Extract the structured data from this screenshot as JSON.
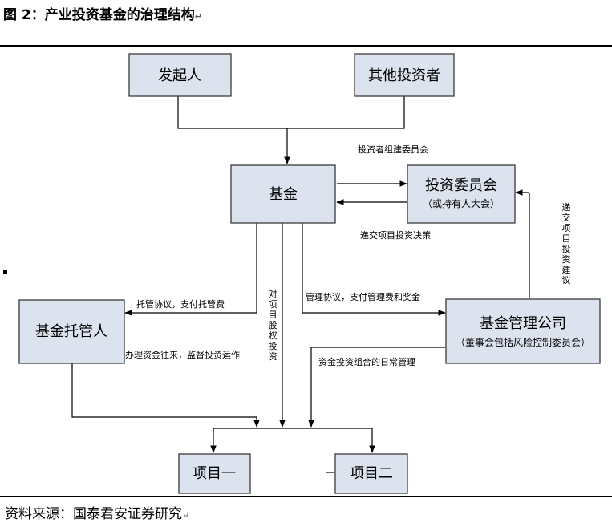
{
  "header": {
    "title": "图 2：产业投资基金的治理结构",
    "return_mark": "↵"
  },
  "footer": {
    "source": "资料来源：国泰君安证券研究",
    "return_mark": "↵"
  },
  "nodes": {
    "initiator": "发起人",
    "other_investors": "其他投资者",
    "fund": "基金",
    "investment_committee": "投资委员会",
    "investment_committee_sub": "（或持有人大会）",
    "custodian": "基金托管人",
    "fund_manager": "基金管理公司",
    "fund_manager_sub": "（董事会包括风险控制委员会）",
    "project_one": "项目一",
    "project_two": "项目二"
  },
  "labels": {
    "form_committee": "投资者组建委员会",
    "submit_decision": "递交项目投资决策",
    "submit_advice_vertical": "递交项目投资建议",
    "custody_agreement": "托管协议，支付托管费",
    "management_agreement": "管理协议，支付管理费和奖金",
    "handle_funds": "办理资金往来，监督投资运作",
    "equity_investment_vertical": "对项目股权投资",
    "daily_management": "资金投资组合的日常管理"
  },
  "colors": {
    "box_fill": "#dde3ee",
    "box_stroke": "#3a3a3a",
    "line": "#000000"
  }
}
